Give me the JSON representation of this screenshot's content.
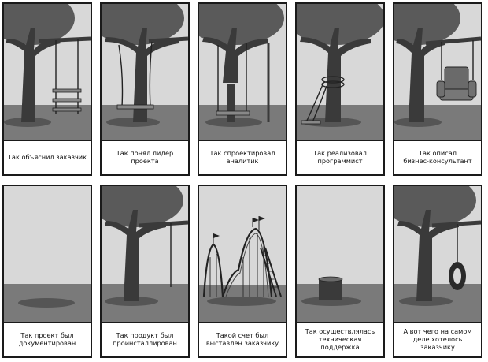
{
  "colors": {
    "sky": "#d8d8d8",
    "ground": "#7a7a7a",
    "trunk": "#3a3a3a",
    "foliage": "#5a5a5a",
    "shadow": "#555555",
    "border": "#1a1a1a"
  },
  "panels": [
    {
      "caption": "Так объяснил заказчик",
      "scene": "swing-three-boards-icon"
    },
    {
      "caption": "Так понял лидер проекта",
      "scene": "swing-tied-ropes-icon"
    },
    {
      "caption": "Так спроектировал\nаналитик",
      "scene": "swing-cut-trunk-icon"
    },
    {
      "caption": "Так реализовал\nпрограммист",
      "scene": "swing-wrapped-trunk-icon"
    },
    {
      "caption": "Так описал\nбизнес-консультант",
      "scene": "swing-armchair-icon"
    },
    {
      "caption": "Так проект был\nдокументирован",
      "scene": "empty-field-icon"
    },
    {
      "caption": "Так продукт был\nпроинсталлирован",
      "scene": "tree-hanging-rope-icon"
    },
    {
      "caption": "Такой счет был\nвыставлен заказчику",
      "scene": "roller-coaster-icon"
    },
    {
      "caption": "Так осуществлялась\nтехническая поддержка",
      "scene": "tree-stump-icon"
    },
    {
      "caption": "А вот чего на самом\nделе хотелось заказчику",
      "scene": "tire-swing-icon"
    }
  ]
}
